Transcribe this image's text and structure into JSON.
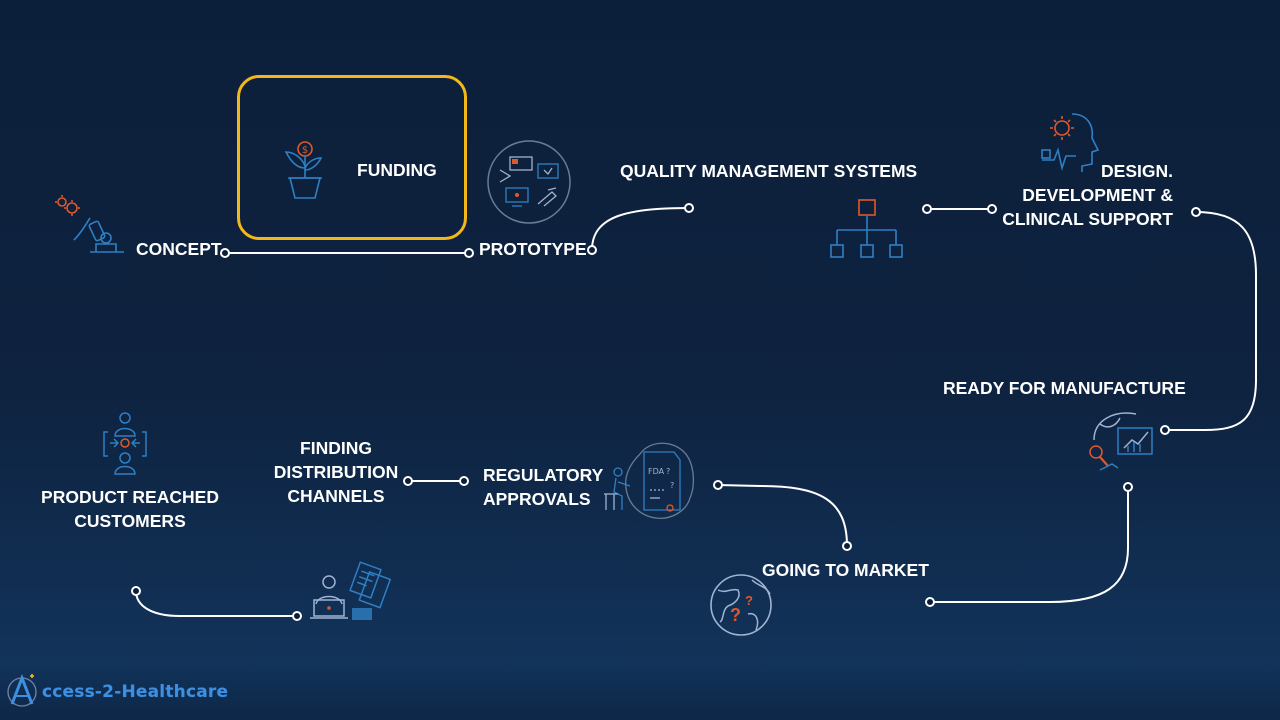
{
  "stages": {
    "concept": "CONCEPT",
    "funding": "FUNDING",
    "prototype": "PROTOTYPE",
    "qms": "QUALITY MANAGEMENT SYSTEMS",
    "design": [
      "DESIGN.",
      "DEVELOPMENT &",
      "CLINICAL SUPPORT"
    ],
    "manufacture": "READY FOR MANUFACTURE",
    "market": "GOING TO MARKET",
    "regulatory": [
      "REGULATORY",
      "APPROVALS"
    ],
    "distribution": [
      "FINDING",
      "DISTRIBUTION",
      "CHANNELS"
    ],
    "customers": [
      "PRODUCT REACHED",
      "CUSTOMERS"
    ]
  },
  "icon_text": {
    "fda": "FDA",
    "question": "?"
  },
  "highlight": "funding",
  "brand": {
    "name": "Access-2-Healthcare"
  },
  "colors": {
    "background": "#0c1f3a",
    "highlight": "#f2b81a",
    "icon_blue": "#2f7fc4",
    "icon_orange": "#e0582a",
    "connector": "#ffffff",
    "brand": "#3e8fe0"
  },
  "icons": [
    "gear-magnifier-icon",
    "plant-coin-icon",
    "devices-circle-icon",
    "org-chart-icon",
    "head-gear-icon",
    "globe-magnifier-chart-icon",
    "globe-question-icon",
    "fda-document-person-icon",
    "laptop-documents-icon",
    "people-exchange-icon"
  ]
}
